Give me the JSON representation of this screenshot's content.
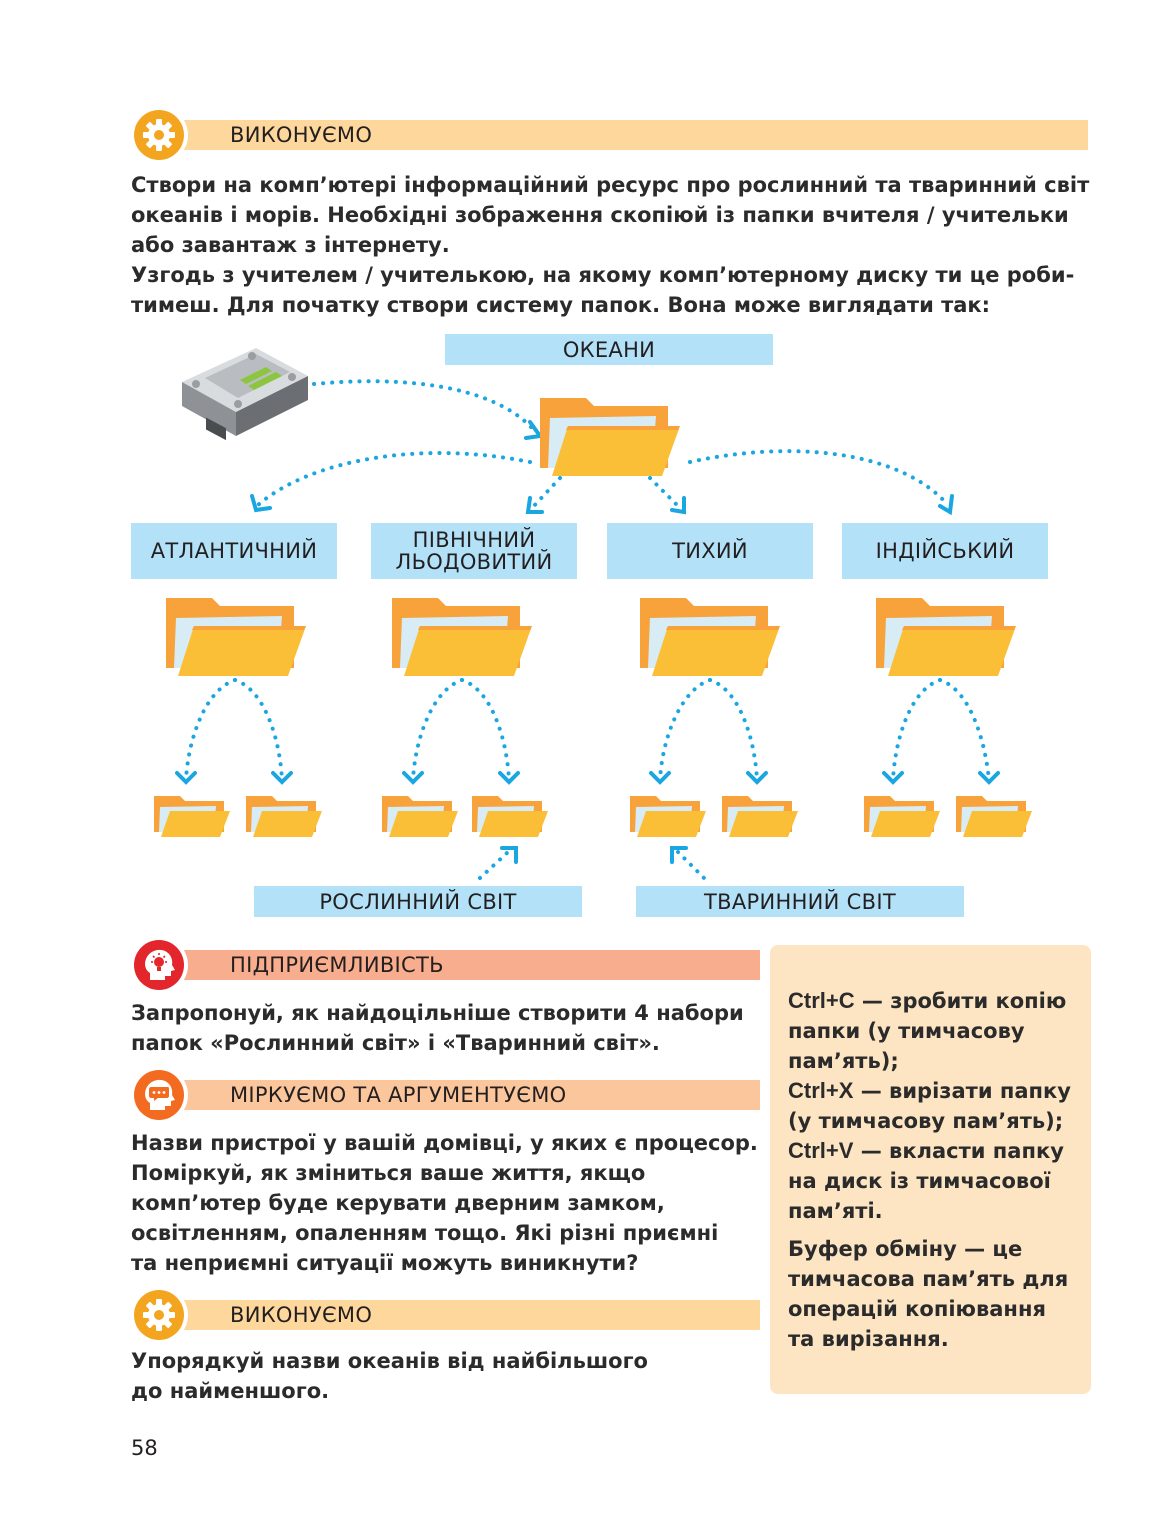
{
  "sections": {
    "do1": {
      "title": "ВИКОНУЄМО",
      "icon": "gear-icon"
    },
    "entrepreneur": {
      "title": "ПІДПРИЄМЛИВІСТЬ",
      "icon": "head-lightbulb-icon"
    },
    "reason": {
      "title": "МІРКУЄМО ТА АРГУМЕНТУЄМО",
      "icon": "head-speech-icon"
    },
    "do2": {
      "title": "ВИКОНУЄМО",
      "icon": "gear-icon"
    }
  },
  "intro": {
    "lines": [
      "Створи на комп’ютері інформаційний ресурс про рослинний та тваринний світ",
      "океанів і морів. Необхідні зображення скопіюй із папки вчителя / учительки",
      "або завантаж з інтернету.",
      "Узгодь з учителем / учителькою, на якому комп’ютерному диску ти це роби-",
      "тимеш. Для початку створи систему папок. Вона може виглядати так:"
    ]
  },
  "diagram": {
    "root": "ОКЕАНИ",
    "oceans": [
      "АТЛАНТИЧНИЙ",
      "ПІВНІЧНИЙ ЛЬОДОВИТИЙ",
      "ТИХИЙ",
      "ІНДІЙСЬКИЙ"
    ],
    "ocean_line1": "ПІВНІЧНИЙ",
    "ocean_line2": "ЛЬОДОВИТИЙ",
    "plants": "РОСЛИННИЙ СВІТ",
    "animals": "ТВАРИННИЙ СВІТ"
  },
  "entrepreneur_text": {
    "lines": [
      "Запропонуй, як найдоцільніше створити 4 набори",
      "папок «Рослинний світ» і «Тваринний світ»."
    ]
  },
  "reason_text": {
    "lines": [
      "Назви пристрої у вашій домівці, у яких є процесор.",
      "Поміркуй, як зміниться ваше життя, якщо",
      "комп’ютер буде керувати дверним замком,",
      "освітленням, опаленням тощо. Які різні приємні",
      "та неприємні ситуації можуть виникнути?"
    ]
  },
  "do2_text": {
    "lines": [
      "Упорядкуй назви океанів від найбільшого",
      "до найменшого."
    ]
  },
  "tip": {
    "ctrl_c_key": "Ctrl+C",
    "ctrl_c_l1": " — зробити копію",
    "ctrl_c_l2": "папки (у тимчасову",
    "ctrl_c_l3": "пам’ять);",
    "ctrl_x_key": "Ctrl+X",
    "ctrl_x_l1": " — вирізати папку",
    "ctrl_x_l2": "(у тимчасову пам’ять);",
    "ctrl_v_key": "Ctrl+V",
    "ctrl_v_l1": " — вкласти папку",
    "ctrl_v_l2": "на диск із тимчасової",
    "ctrl_v_l3": "пам’яті.",
    "def_l1": "Буфер обміну — це",
    "def_l2": "тимчасова пам’ять для",
    "def_l3": "операцій копіювання",
    "def_l4": "та вирізання."
  },
  "page_number": "58",
  "colors": {
    "folder_front": "#fbbf37",
    "folder_back": "#f7a23b",
    "arrow": "#1aa6e0",
    "label_bg": "#b3e2f8"
  }
}
